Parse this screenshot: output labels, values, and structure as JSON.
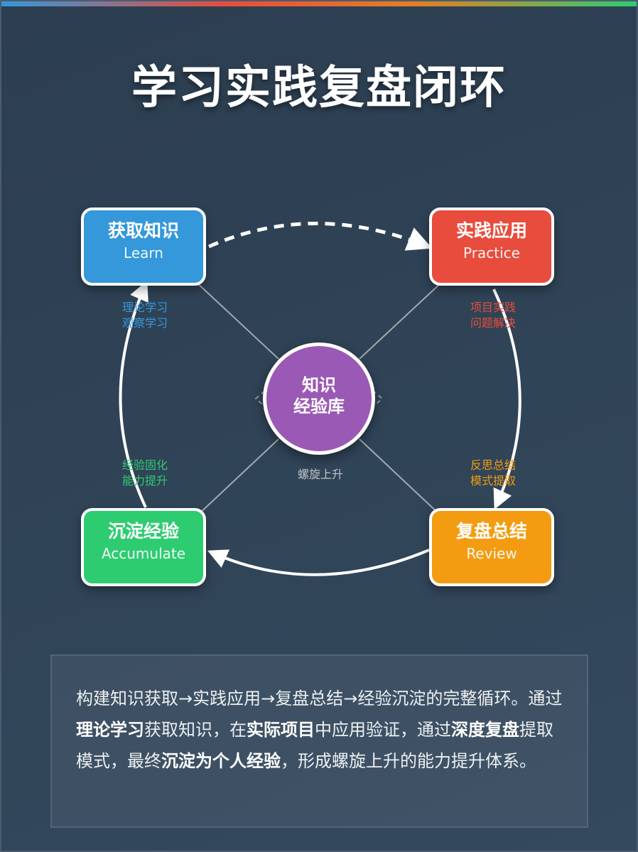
{
  "title": "学习实践复盘闭环",
  "nodes": {
    "learn": {
      "zh": "获取知识",
      "en": "Learn",
      "color": "#3498db"
    },
    "practice": {
      "zh": "实践应用",
      "en": "Practice",
      "color": "#e74c3c"
    },
    "review": {
      "zh": "复盘总结",
      "en": "Review",
      "color": "#f39c12"
    },
    "accumulate": {
      "zh": "沉淀经验",
      "en": "Accumulate",
      "color": "#2ecc71"
    }
  },
  "center": {
    "line1": "知识",
    "line2": "经验库",
    "color": "#9b59b6"
  },
  "spiral_label": "螺旋上升",
  "edge_labels": {
    "learn": [
      "理论学习",
      "观察学习"
    ],
    "practice": [
      "项目实践",
      "问题解决"
    ],
    "review": [
      "反思总结",
      "模式提取"
    ],
    "accumulate": [
      "经验固化",
      "能力提升"
    ]
  },
  "summary": {
    "s1": "构建知识获取→实践应用→复盘总结→经验沉淀的完整循环。通过",
    "b1": "理论学习",
    "s2": "获取知识，在",
    "b2": "实际项目",
    "s3": "中应用验证，通过",
    "b3": "深度复盘",
    "s4": "提取模式，最终",
    "b4": "沉淀为个人经验",
    "s5": "，形成螺旋上升的能力提升体系。"
  }
}
